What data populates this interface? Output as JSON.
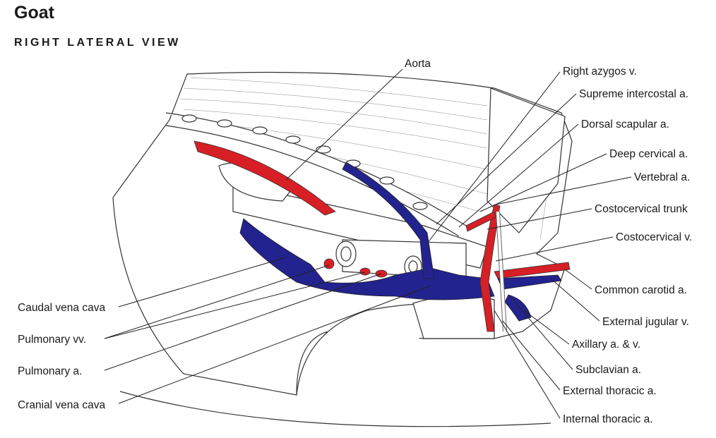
{
  "header": {
    "title": "Goat",
    "subtitle": "RIGHT LATERAL VIEW"
  },
  "colors": {
    "artery": "#d71f26",
    "vein": "#23238f"
  },
  "labels_right": [
    "Aorta",
    "Right azygos v.",
    "Supreme intercostal a.",
    "Dorsal scapular a.",
    "Deep cervical a.",
    "Vertebral a.",
    "Costocervical trunk",
    "Costocervical v.",
    "Common carotid a.",
    "External jugular v.",
    "Axillary a. & v.",
    "Subclavian a.",
    "External thoracic a.",
    "Internal thoracic a."
  ],
  "labels_left": [
    "Caudal vena cava",
    "Pulmonary vv.",
    "Pulmonary a.",
    "Cranial vena cava"
  ]
}
